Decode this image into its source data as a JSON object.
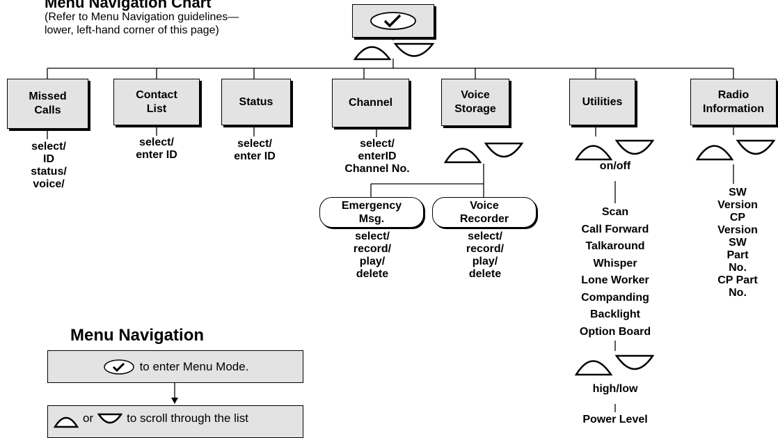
{
  "chart": {
    "title": "Menu Navigation Chart",
    "note": "(Refer to Menu Navigation guidelines—\nlower, left-hand corner of this page)"
  },
  "categories": [
    {
      "name": "Missed Calls",
      "options": "select/\nID\nstatus/\nvoice/"
    },
    {
      "name": "Contact List",
      "options": "select/\nenter ID"
    },
    {
      "name": "Status",
      "options": "select/\nenter ID"
    },
    {
      "name": "Channel",
      "options": "select/\nenterID\nChannel No."
    },
    {
      "name": "Voice Storage",
      "options": ""
    },
    {
      "name": "Utilities",
      "options": "on/off"
    },
    {
      "name": "Radio Information",
      "options": ""
    }
  ],
  "voice_storage": {
    "items": [
      {
        "name": "Emergency Msg.",
        "options": "select/\nrecord/\nplay/\ndelete"
      },
      {
        "name": "Voice Recorder",
        "options": "select/\nrecord/\nplay/\ndelete"
      }
    ]
  },
  "utilities": {
    "items": "Scan\nCall Forward\nTalkaround\nWhisper\nLone Worker\nCompanding\nBacklight\nOption Board",
    "sub_label": "high/low",
    "sub_item": "Power Level"
  },
  "radio_information": {
    "items": "SW Version\nCP Version\nSW Part No.\nCP Part No."
  },
  "navigation": {
    "title": "Menu Navigation",
    "step1": "to enter Menu Mode.",
    "step2_or": "or",
    "step2": "to scroll through the list"
  },
  "icons": [
    "menu-ok-key-icon",
    "scroll-up-key-icon",
    "scroll-down-key-icon"
  ]
}
